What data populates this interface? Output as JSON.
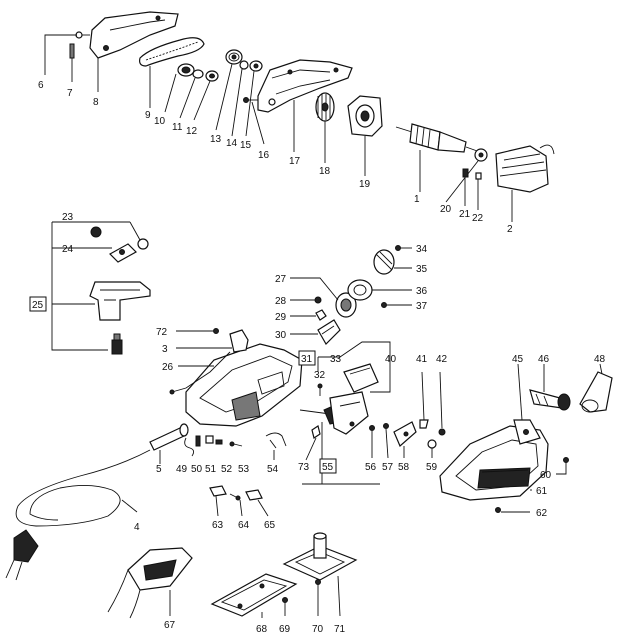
{
  "labels": {
    "l1": "1",
    "l2": "2",
    "l3": "3",
    "l4": "4",
    "l5": "5",
    "l6": "6",
    "l7": "7",
    "l8": "8",
    "l9": "9",
    "l10": "10",
    "l11": "11",
    "l12": "12",
    "l13": "13",
    "l14": "14",
    "l15": "15",
    "l16": "16",
    "l17": "17",
    "l18": "18",
    "l19": "19",
    "l20": "20",
    "l21": "21",
    "l22": "22",
    "l23": "23",
    "l24": "24",
    "l25": "25",
    "l26": "26",
    "l27": "27",
    "l28": "28",
    "l29": "29",
    "l30": "30",
    "l31": "31",
    "l32": "32",
    "l33": "33",
    "l34": "34",
    "l35": "35",
    "l36": "36",
    "l37": "37",
    "l40": "40",
    "l41": "41",
    "l42": "42",
    "l45": "45",
    "l46": "46",
    "l48": "48",
    "l49": "49",
    "l50": "50",
    "l51": "51",
    "l52": "52",
    "l53": "53",
    "l54": "54",
    "l55": "55",
    "l56": "56",
    "l57": "57",
    "l58": "58",
    "l59": "59",
    "l60": "60",
    "l61": "61",
    "l62": "62",
    "l63": "63",
    "l64": "64",
    "l65": "65",
    "l67": "67",
    "l68": "68",
    "l69": "69",
    "l70": "70",
    "l71": "71",
    "l72": "72",
    "l73": "73"
  }
}
